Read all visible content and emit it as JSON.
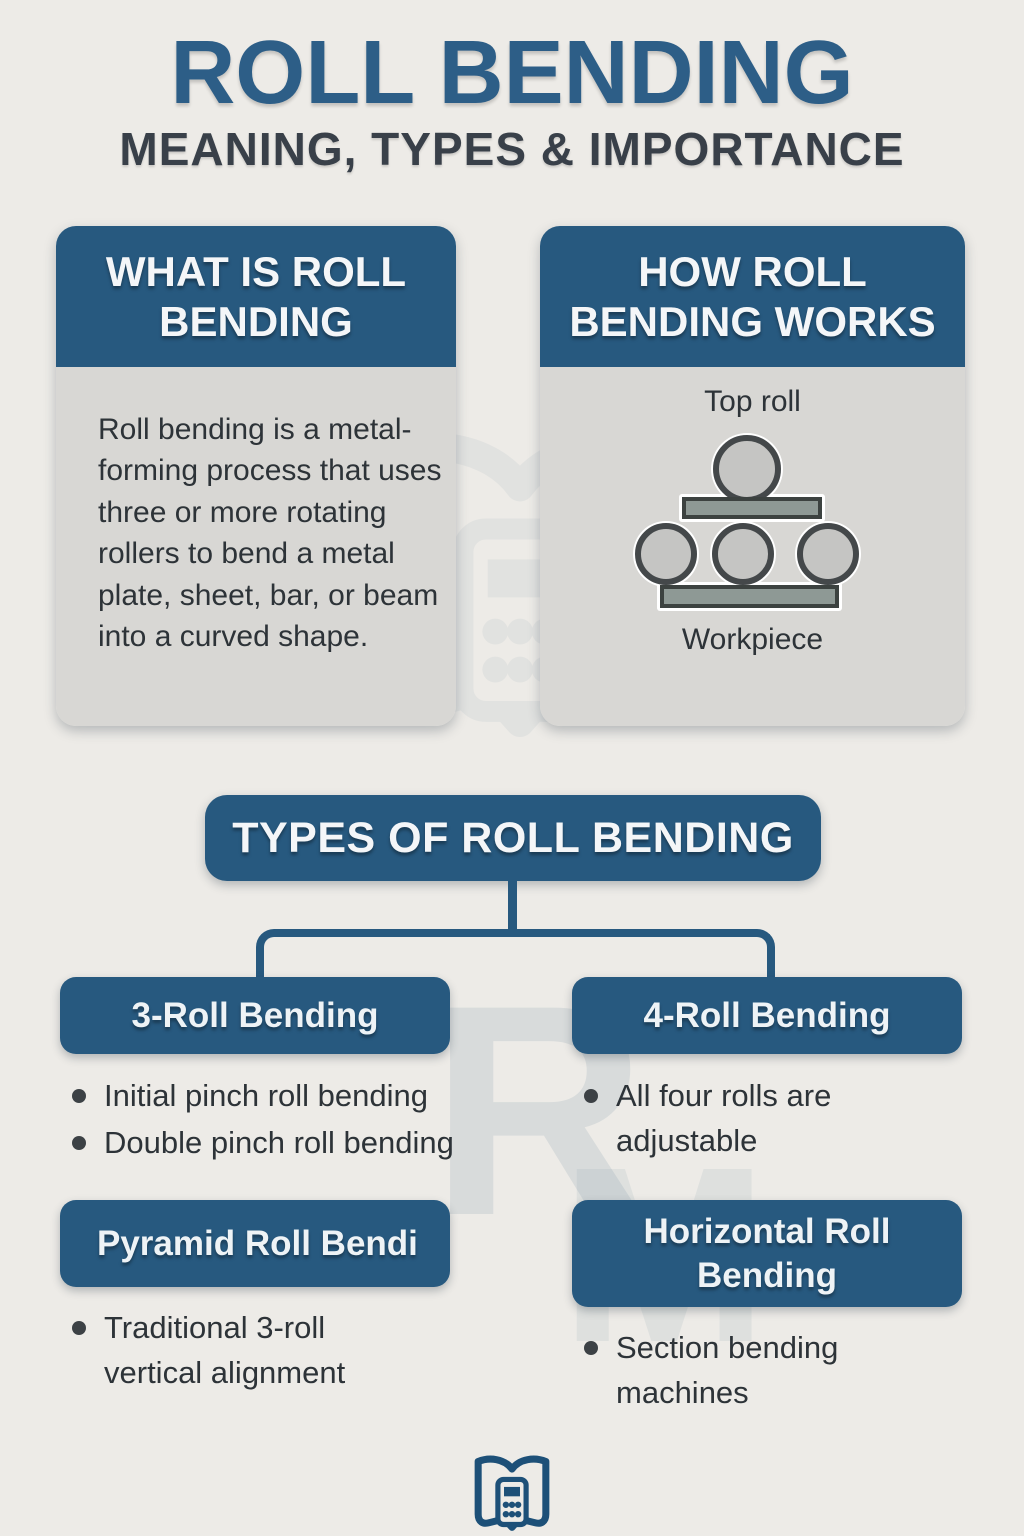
{
  "page": {
    "title": "ROLL BENDING",
    "subtitle": "MEANING, TYPES & IMPORTANCE"
  },
  "colors": {
    "accent_blue": "#27597f",
    "page_background": "#edebe7",
    "card_body_gray": "#d8d7d4",
    "body_text": "#2d3338",
    "title_blue": "#2d5e87",
    "subtitle_dark": "#394049",
    "roller_fill": "#c5c5c3",
    "roller_stroke": "#44484a",
    "bar_fill": "#8e9995"
  },
  "definition_card": {
    "title": "WHAT IS ROLL BENDING",
    "body": "Roll bending is a metal-forming process that uses three or more rotating rollers to bend a metal plate, sheet, bar, or beam into a curved shape."
  },
  "diagram_card": {
    "title": "HOW ROLL BENDING WORKS",
    "top_label": "Top roll",
    "bottom_label": "Workpiece"
  },
  "types_section": {
    "banner": "TYPES OF ROLL BENDING",
    "cards": [
      {
        "title": "3-Roll Bending",
        "bullets": [
          "Initial pinch roll bending",
          "Double pinch roll bending"
        ]
      },
      {
        "title": "4-Roll Bending",
        "bullets": [
          "All four rolls are adjustable"
        ]
      },
      {
        "title": "Pyramid Roll Bendi",
        "bullets": [
          "Traditional 3-roll vertical alignment"
        ]
      },
      {
        "title": "Horizontal Roll Bending",
        "bullets": [
          "Section bending machines"
        ]
      }
    ]
  },
  "footer": {
    "logo_icon": "book-calculator-logo"
  },
  "watermark": {
    "letters": [
      "R",
      "M"
    ]
  }
}
